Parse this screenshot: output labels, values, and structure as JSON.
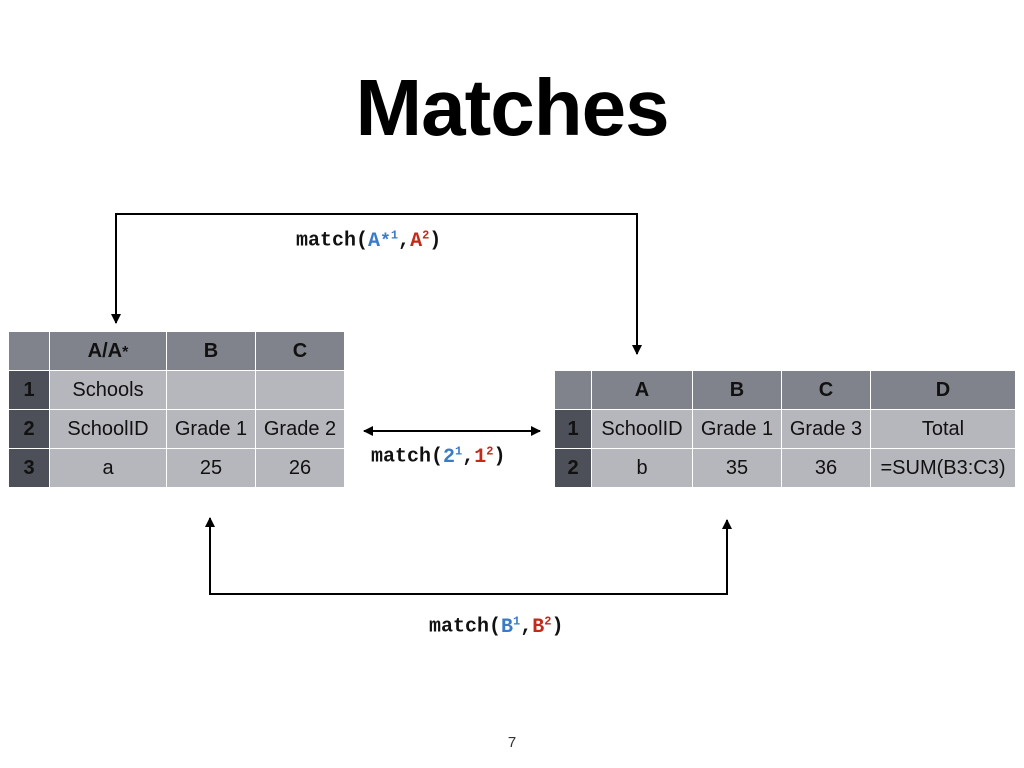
{
  "slide": {
    "title": "Matches",
    "page_number": "7"
  },
  "left_table": {
    "columns": [
      "A/A",
      "B",
      "C"
    ],
    "col_a_subscript": "*",
    "rows": [
      {
        "num": "1",
        "cells": [
          "Schools",
          "",
          ""
        ]
      },
      {
        "num": "2",
        "cells": [
          "SchoolID",
          "Grade 1",
          "Grade 2"
        ]
      },
      {
        "num": "3",
        "cells": [
          "a",
          "25",
          "26"
        ]
      }
    ],
    "accent": "#3a7bc8"
  },
  "right_table": {
    "columns": [
      "A",
      "B",
      "C",
      "D"
    ],
    "rows": [
      {
        "num": "1",
        "cells": [
          "SchoolID",
          "Grade 1",
          "Grade 3",
          "Total"
        ]
      },
      {
        "num": "2",
        "cells": [
          "b",
          "35",
          "36",
          "=SUM(B3:C3)"
        ]
      }
    ],
    "accent": "#c22a1a"
  },
  "formulas": {
    "top": {
      "fn": "match(",
      "arg1": "A",
      "arg1_sub": "*",
      "arg1_sup": "1",
      "sep": ",",
      "arg2": "A",
      "arg2_sup": "2",
      "close": ")"
    },
    "middle": {
      "fn": "match(",
      "arg1": "2",
      "arg1_sup": "1",
      "sep": ",",
      "arg2": "1",
      "arg2_sup": "2",
      "close": ")"
    },
    "bottom": {
      "fn": "match(",
      "arg1": "B",
      "arg1_sup": "1",
      "sep": ",",
      "arg2": "B",
      "arg2_sup": "2",
      "close": ")"
    }
  }
}
